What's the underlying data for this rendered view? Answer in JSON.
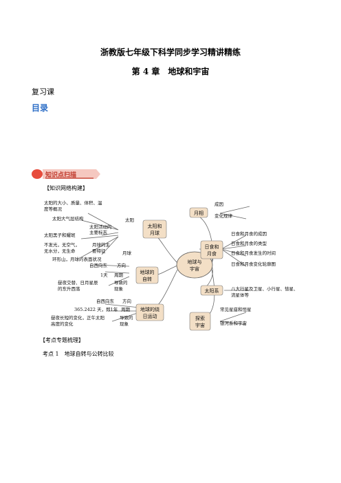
{
  "header": {
    "doc_title": "浙教版七年级下科学同步学习精讲精练",
    "chapter_title": "第 4 章　地球和宇宙",
    "review_label": "复习课",
    "toc_label": "目录"
  },
  "badge": {
    "label": "知识点扫描"
  },
  "sections": {
    "network": "【知识网络构建】",
    "topics": "【考点专题梳理】",
    "point1": "考点 1　地球自转与公转比较"
  },
  "mindmap": {
    "center": [
      "地球与",
      "宇宙"
    ],
    "branches": {
      "sun_moon": [
        "太阳和",
        "月球"
      ],
      "rotation": [
        "地球的",
        "自转"
      ],
      "revolution": [
        "地球的绕",
        "日运动"
      ],
      "moon_phases": "月相",
      "eclipse": [
        "日食和",
        "月食"
      ],
      "solar_system": "太阳系",
      "explore": [
        "探索",
        "宇宙"
      ]
    },
    "sun_moon_leaves": {
      "sun_label": "太阳",
      "moon_label": "月球",
      "sun_size": [
        "太阳的大小、质量、体积、温",
        "度等概况"
      ],
      "sun_atmosphere": "太阳大气层结构",
      "sun_activity": [
        "太阳活动的",
        "主要标志"
      ],
      "sunspot": "太阳黑子和耀斑",
      "moon_facts": [
        "不发光，无空气，",
        "无水分，无生命"
      ],
      "moon_features": [
        "月球的主",
        "要特征"
      ],
      "moon_surface": [
        "环形山，月球的表面状况"
      ]
    },
    "rotation_leaves": {
      "direction_value": "自西向东",
      "direction_label": "方向",
      "period_value": "1天",
      "period_label": "周期",
      "phenomena": [
        "昼夜交替、日月星辰",
        "的东升西落"
      ],
      "phenomena_label": [
        "导致的",
        "现象"
      ]
    },
    "revolution_leaves": {
      "direction_value": "自西向东",
      "direction_label": "方向",
      "period_value": "365.2422 天，即1年",
      "period_label": "周期",
      "phenomena": [
        "昼夜长短的变化，正午太阳",
        "高度的变化"
      ],
      "phenomena_label": [
        "导致的",
        "现象"
      ]
    },
    "moon_phase_leaves": [
      "成因",
      "变化规律"
    ],
    "eclipse_leaves": [
      "日食和月食的成因",
      "日食和月食的类型",
      "日食和月食发生的时间",
      "日食和月食变化轮廓图"
    ],
    "solar_system_leaves": [
      "八大行星及卫星、小行星、彗星、",
      "流星体等"
    ],
    "explore_leaves": [
      "常见星座和恒星",
      "银河系和宇宙"
    ]
  },
  "colors": {
    "title_blue": "#2e6fc7",
    "badge_red": "#c0392b",
    "center_fill": "#f3dfc6",
    "branch_stroke": "#555555"
  }
}
